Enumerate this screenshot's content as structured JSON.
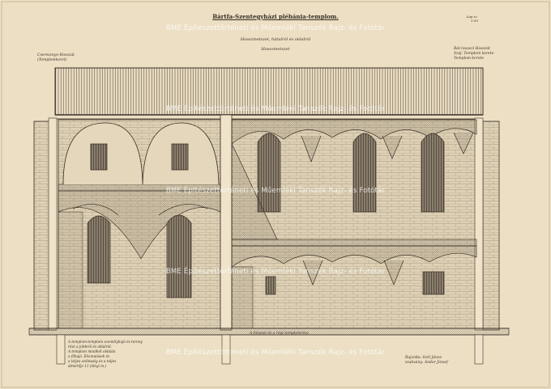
{
  "drawing": {
    "title": "Bártfa-Szentegyházi plébánia-templom.",
    "subtitle_line1": "Hosszmetszet, hátulról és oldalról",
    "subtitle_line2": "Hosszmetszet",
    "corner_note": [
      "Lap sz.",
      "1:50"
    ],
    "label_left_top": [
      "Cseresznye-Hosszút",
      "(Templomkeret)"
    ],
    "label_right_top": [
      "Bal-ravaszi Hosszút",
      "Száj. Templom kerete",
      "Templom kerete"
    ],
    "center_note": "A folyosó és a régi templomrész.",
    "bottom_left_note": [
      "A templom-templom szentélyhajó és torony",
      "rész a jobbról és oldalról.",
      "A templom mindkét oldalán",
      "a főhajó. Elvonulások és",
      "a teljes szélesség és a teljes",
      "átmérője 11 (ölnyi m.)"
    ],
    "bottom_right_note": [
      "Rajzolta: Szél János",
      "szabvány: Andor József"
    ]
  },
  "watermark": {
    "text": "BME Építészettörténeti és Műemléki Tanszék Rajz- és Fotótár"
  }
}
